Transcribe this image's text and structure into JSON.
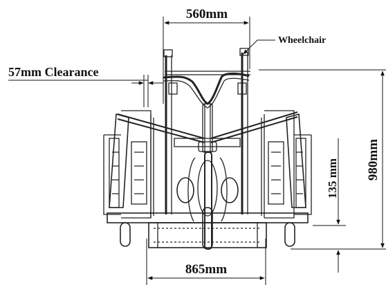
{
  "dimensions": {
    "top_width": "560mm",
    "clearance": "57mm Clearance",
    "ground_clearance": "135 mm",
    "height": "980mm",
    "bottom_width": "865mm"
  },
  "callouts": {
    "wheelchair": "Wheelchair"
  }
}
